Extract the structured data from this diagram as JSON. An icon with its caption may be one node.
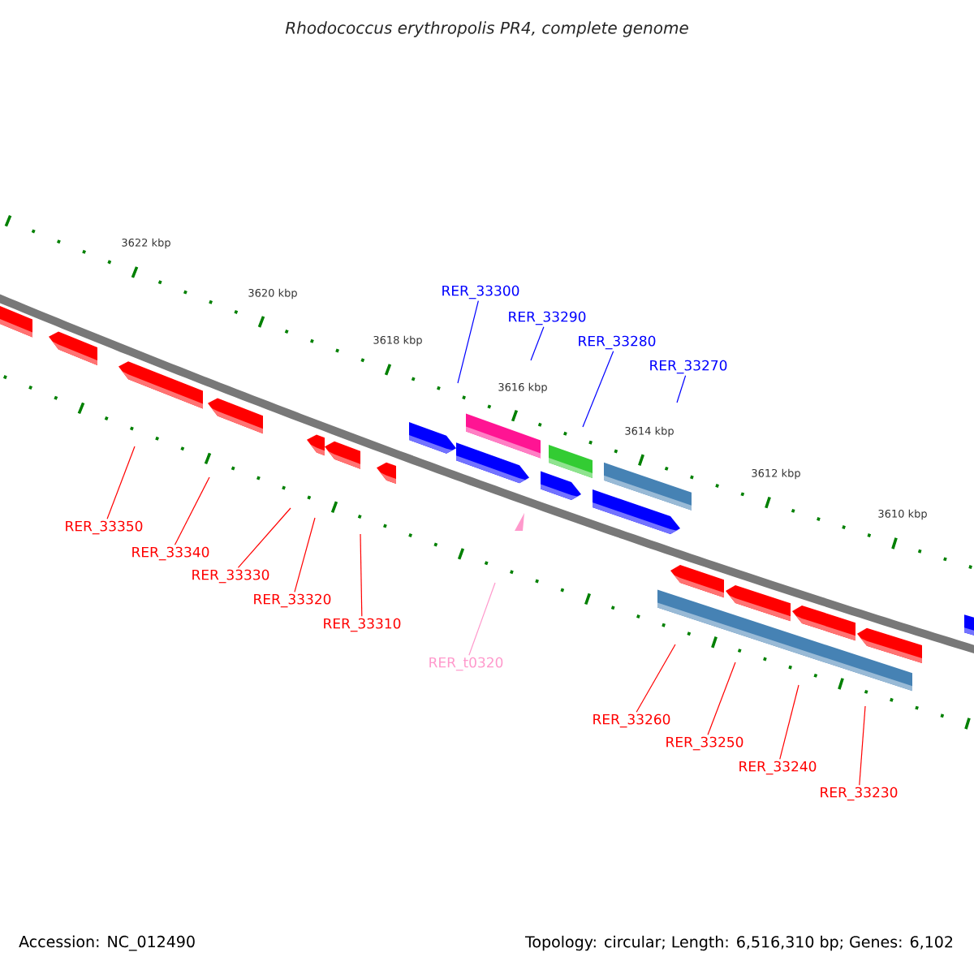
{
  "diagram": {
    "title": "Rhodococcus erythropolis PR4, complete genome",
    "nodes": [
      {
        "text": [
          "RER_33300"
        ]
      },
      {
        "text": [
          "RER_33290"
        ]
      },
      {
        "text": [
          "RER_33280"
        ]
      },
      {
        "text": [
          "RER_33270"
        ]
      },
      {
        "text": [
          "RER_33350"
        ]
      },
      {
        "text": [
          "RER_33340"
        ]
      },
      {
        "text": [
          "RER_33330"
        ]
      },
      {
        "text": [
          "RER_33320"
        ]
      },
      {
        "text": [
          "RER_33310"
        ]
      },
      {
        "text": [
          "RER_t0320"
        ]
      },
      {
        "text": [
          "RER_33260"
        ]
      },
      {
        "text": [
          "RER_33250"
        ]
      },
      {
        "text": [
          "RER_33240"
        ]
      },
      {
        "text": [
          "RER_33230"
        ]
      }
    ],
    "edges": [
      {
        "from": 0,
        "to": null,
        "arrow": "none",
        "color": "#0000ff"
      },
      {
        "from": 1,
        "to": null,
        "arrow": "none",
        "color": "#0000ff"
      },
      {
        "from": 2,
        "to": null,
        "arrow": "none",
        "color": "#0000ff"
      },
      {
        "from": 3,
        "to": null,
        "arrow": "none",
        "color": "#0000ff"
      },
      {
        "from": 4,
        "to": null,
        "arrow": "none"
      },
      {
        "from": 5,
        "to": null,
        "arrow": "none"
      },
      {
        "from": 6,
        "to": null,
        "arrow": "none"
      },
      {
        "from": 7,
        "to": null,
        "arrow": "none"
      },
      {
        "from": 8,
        "to": null,
        "arrow": "none"
      },
      {
        "from": 9,
        "to": null,
        "arrow": "none",
        "color": "#ff99cc"
      },
      {
        "from": 10,
        "to": null,
        "arrow": "none"
      },
      {
        "from": 11,
        "to": null,
        "arrow": "none"
      },
      {
        "from": 12,
        "to": null,
        "arrow": "none"
      },
      {
        "from": 13,
        "to": null,
        "arrow": "none"
      }
    ],
    "labels": [
      "3622 kbp",
      "3620 kbp",
      "3618 kbp",
      "3616 kbp",
      "3614 kbp",
      "3612 kbp",
      "3610 kbp",
      "Accession: NC_012490",
      "Topology: circular; Length: 6,516,310 bp; Genes: 6,102"
    ]
  }
}
